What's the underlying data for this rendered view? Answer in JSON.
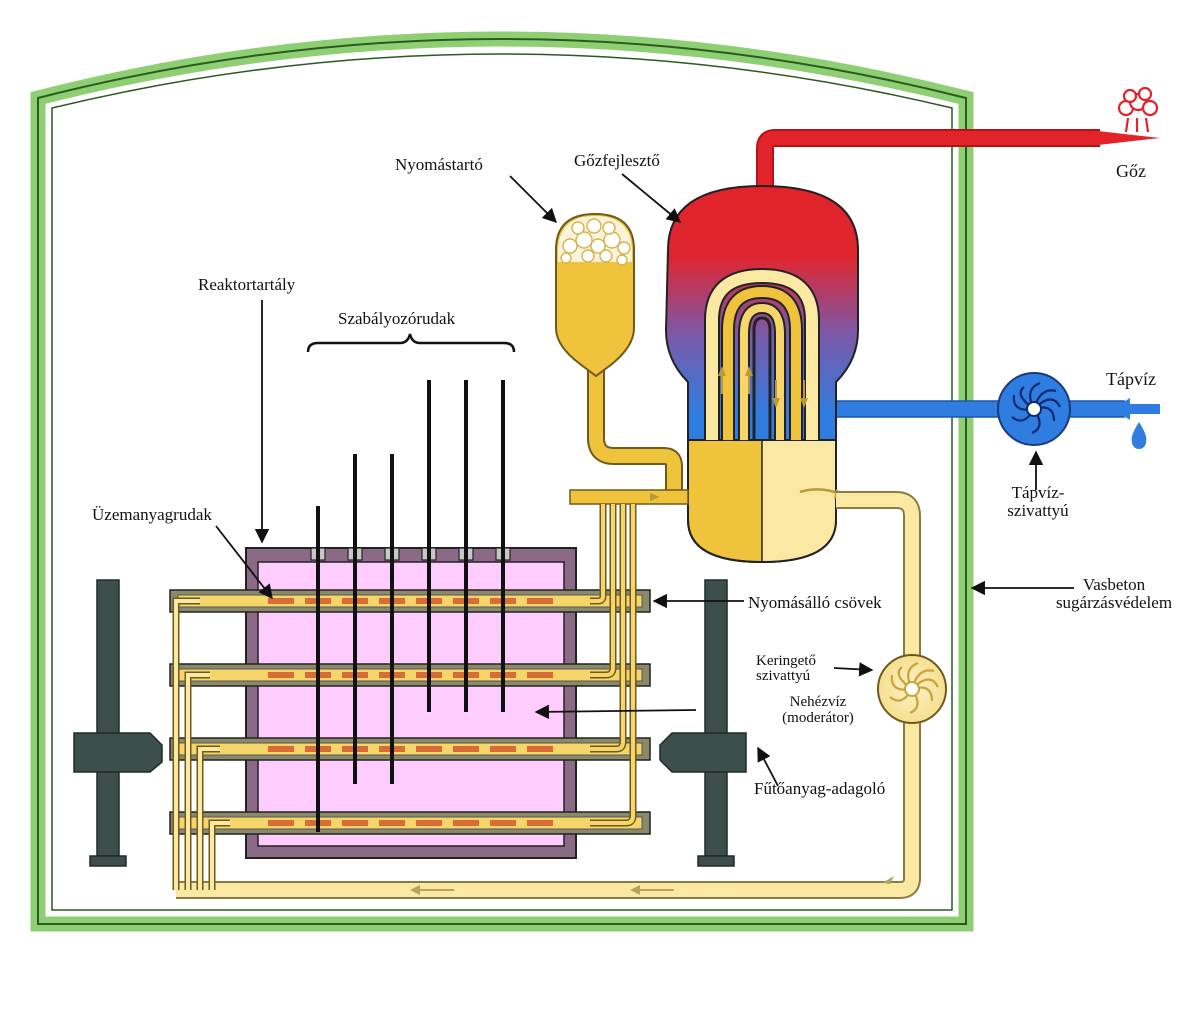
{
  "labels": {
    "pressurizer": "Nyomástartó",
    "steam_generator": "Gőzfejlesztő",
    "steam": "Gőz",
    "feedwater": "Tápvíz",
    "feedwater_pump_line1": "Tápvíz-",
    "feedwater_pump_line2": "szivattyú",
    "reactor_vessel": "Reaktortartály",
    "control_rods": "Szabályozórudak",
    "fuel_rods": "Üzemanyagrudak",
    "pressure_tubes": "Nyomásálló csövek",
    "shield_line1": "Vasbeton",
    "shield_line2": "sugárzásvédelem",
    "circ_pump_line1": "Keringető",
    "circ_pump_line2": "szivattyú",
    "heavy_water_line1": "Nehézvíz",
    "heavy_water_line2": "(moderátor)",
    "fuel_loader": "Fűtőanyag-adagoló"
  },
  "colors": {
    "containment": "#8fcf73",
    "steam_red": "#e2232a",
    "feedwater_blue": "#2f7de1",
    "hot_coolant": "#f0c33c",
    "cool_coolant": "#fbe8a3",
    "moderator": "#ffccff",
    "calandria": "#8a6a85",
    "fuel": "#d86b36",
    "machine": "#3d4f4b"
  }
}
